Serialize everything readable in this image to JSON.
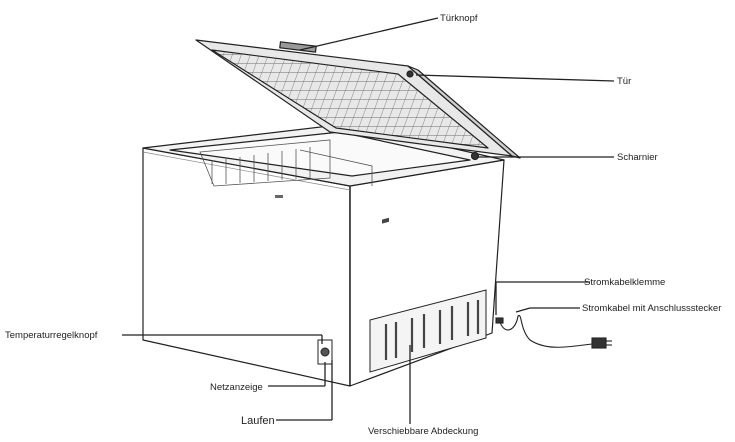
{
  "labels": {
    "door_knob": "Türknopf",
    "door": "Tür",
    "hinge": "Scharnier",
    "cable_clamp": "Stromkabelklemme",
    "power_cable": "Stromkabel mit Anschlussstecker",
    "temp_knob": "Temperaturregelknopf",
    "power_indicator": "Netzanzeige",
    "running": "Laufen",
    "sliding_cover": "Verschiebbare Abdeckung"
  }
}
